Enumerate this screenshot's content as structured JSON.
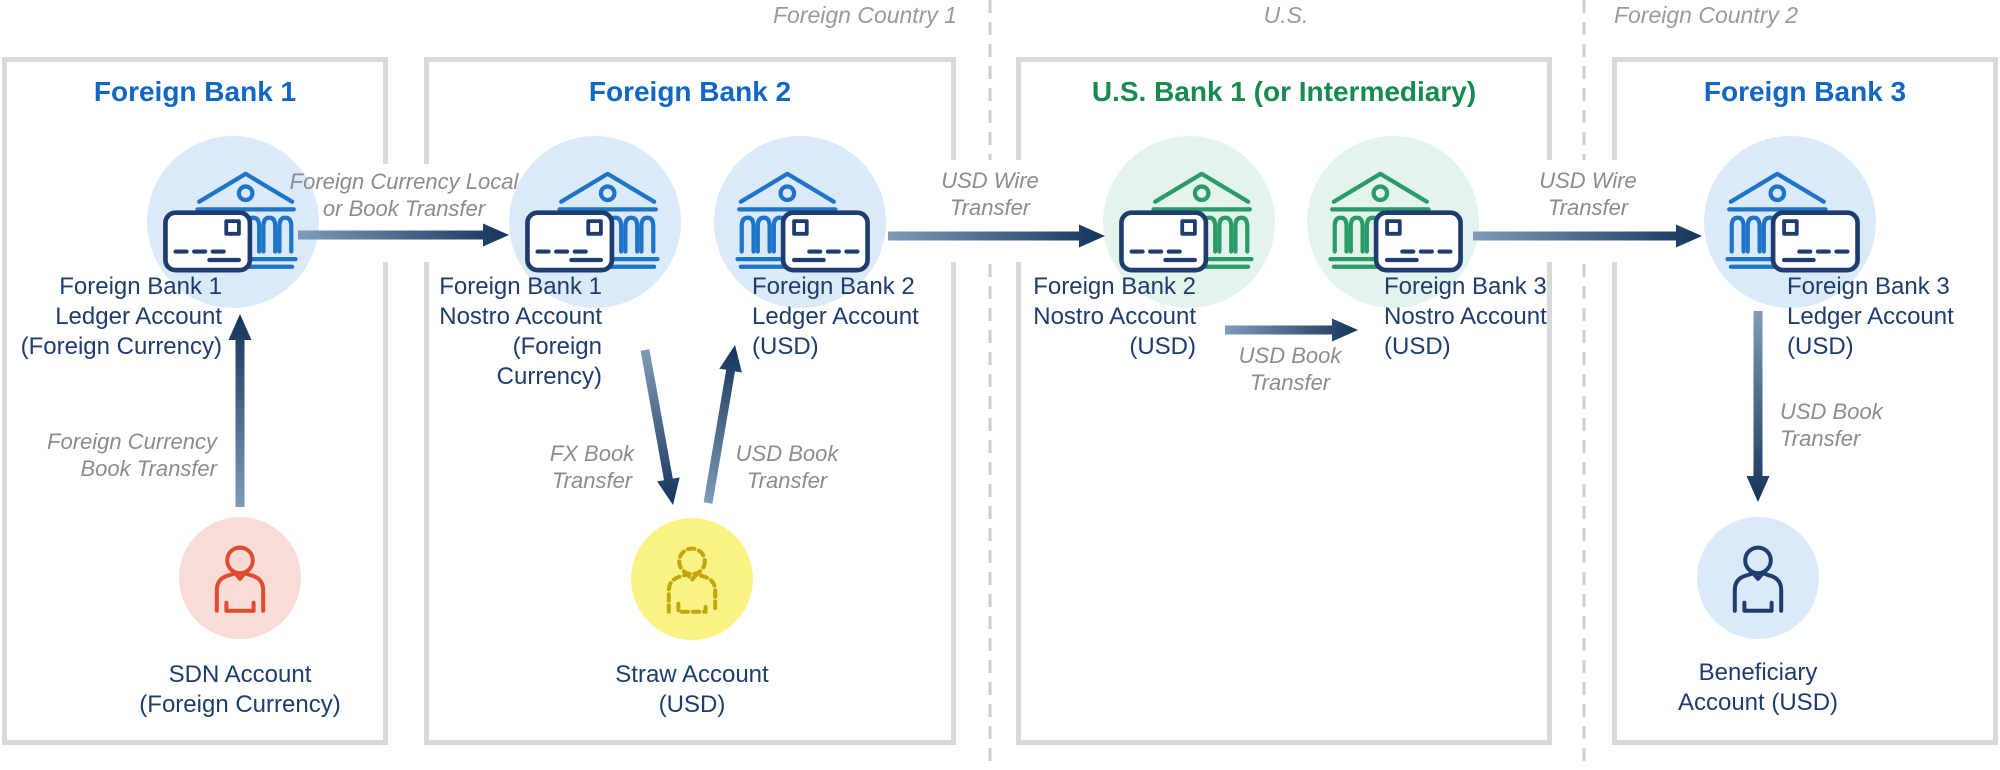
{
  "theme": {
    "colors": {
      "title-blue": "#1167C2",
      "title-green": "#178A50",
      "navy": "#1F3C6E",
      "label-gray": "#8C8C8C",
      "region-gray": "#9A9A9A",
      "building-blue": "#1E74C8",
      "building-green": "#2A9A68",
      "card-navy": "#1F3C6E",
      "circle-blue": "#DAEAF8",
      "circle-green": "#E3F4EC",
      "circle-pink": "#F9DCD6",
      "circle-yellow": "#FAF285",
      "icon-red": "#E04B31",
      "icon-gold": "#C2A70A",
      "box-border": "#D9D9D9",
      "divider-gray": "#CBCED3",
      "arrow-light": "#7F9BB7",
      "arrow-dark": "#15345C"
    }
  },
  "regions": {
    "left": "Foreign Country 1",
    "middle": "U.S.",
    "right": "Foreign Country 2"
  },
  "boxes": {
    "bank1": {
      "title": "Foreign Bank 1",
      "ledger_label": "Foreign Bank 1\nLedger Account\n(Foreign Currency)"
    },
    "bank2": {
      "title": "Foreign Bank 2",
      "nostro_label": "Foreign Bank 1\nNostro Account\n(Foreign\nCurrency)",
      "ledger_label": "Foreign Bank 2\nLedger Account\n(USD)"
    },
    "usbank1": {
      "title": "U.S. Bank 1 (or Intermediary)",
      "nostro2_label": "Foreign Bank 2\nNostro Account\n(USD)",
      "nostro3_label": "Foreign Bank 3\nNostro Account\n(USD)"
    },
    "bank3": {
      "title": "Foreign Bank 3",
      "ledger_label": "Foreign Bank 3\nLedger Account\n(USD)"
    }
  },
  "persons": {
    "sdn": {
      "label": "SDN Account\n(Foreign Currency)"
    },
    "straw": {
      "label": "Straw Account\n(USD)"
    },
    "beneficiary": {
      "label": "Beneficiary\nAccount (USD)"
    }
  },
  "transfers": {
    "foreign_currency_book": "Foreign Currency\nBook Transfer",
    "foreign_currency_local": "Foreign Currency Local\nor Book Transfer",
    "usd_wire_1": "USD Wire\nTransfer",
    "fx_book": "FX Book\nTransfer",
    "usd_book_straw": "USD Book\nTransfer",
    "usd_book_us": "USD Book\nTransfer",
    "usd_wire_2": "USD Wire\nTransfer",
    "usd_book_beneficiary": "USD Book\nTransfer"
  }
}
